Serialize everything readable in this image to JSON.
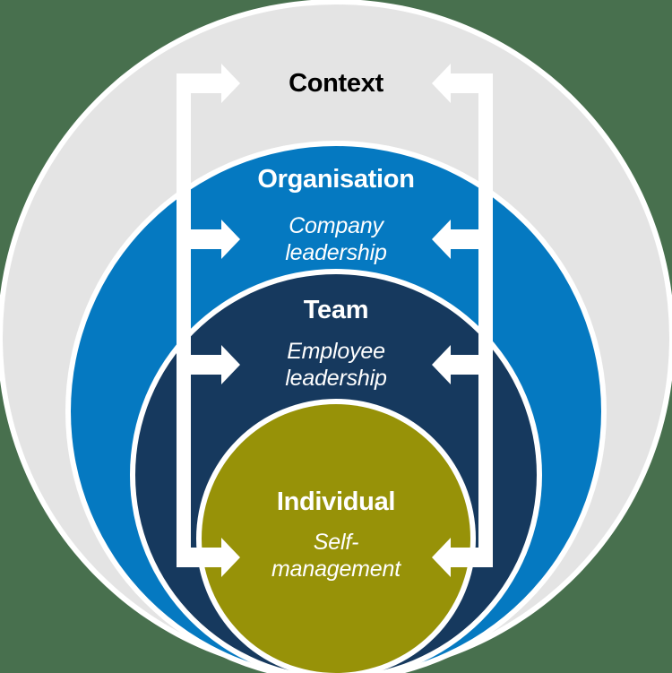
{
  "diagram": {
    "description": "Nested circles leadership model with inward arrows",
    "background_color": "#48704e",
    "ring_color": "#ffffff",
    "arrow_color": "#ffffff",
    "levels": [
      {
        "name": "Context",
        "sublabel_line1": "",
        "sublabel_line2": "",
        "fill": "#e4e4e4",
        "text_color": "#000000"
      },
      {
        "name": "Organisation",
        "sublabel_line1": "Company",
        "sublabel_line2": "leadership",
        "fill": "#0579c1",
        "text_color": "#ffffff"
      },
      {
        "name": "Team",
        "sublabel_line1": "Employee",
        "sublabel_line2": "leadership",
        "fill": "#16395e",
        "text_color": "#ffffff"
      },
      {
        "name": "Individual",
        "sublabel_line1": "Self-",
        "sublabel_line2": "management",
        "fill": "#979208",
        "text_color": "#ffffff"
      }
    ]
  }
}
